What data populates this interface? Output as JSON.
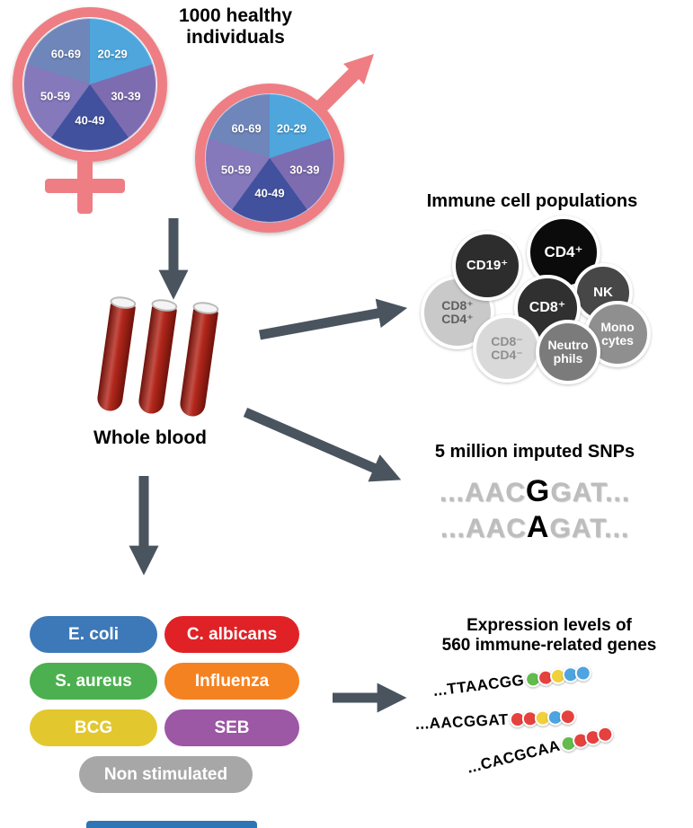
{
  "colors": {
    "pink": "#ee7e83",
    "arrow": "#4a545e",
    "blood_red": "#b01e12",
    "bottom_bar_blue": "#2e75b6"
  },
  "cohort": {
    "title": "1000 healthy\nindividuals"
  },
  "age_pie": {
    "segments": [
      {
        "label": "20-29",
        "color": "#4ea6dc",
        "degrees": 72
      },
      {
        "label": "30-39",
        "color": "#7e6cb1",
        "degrees": 72
      },
      {
        "label": "40-49",
        "color": "#41519e",
        "degrees": 72
      },
      {
        "label": "50-59",
        "color": "#8578bb",
        "degrees": 72
      },
      {
        "label": "60-69",
        "color": "#6f86ba",
        "degrees": 72
      }
    ]
  },
  "whole_blood": {
    "label": "Whole blood"
  },
  "immune": {
    "title": "Immune cell populations",
    "cells": [
      {
        "label": "CD19⁺",
        "color": "#2d2d2d",
        "text": "#ffffff"
      },
      {
        "label": "CD4⁺",
        "color": "#0b0b0b",
        "text": "#ffffff"
      },
      {
        "label": "NK",
        "color": "#474747",
        "text": "#ffffff"
      },
      {
        "label": "CD8⁺",
        "color": "#303030",
        "text": "#ffffff"
      },
      {
        "label": "CD8⁺\nCD4⁺",
        "color": "#c9c9c9",
        "text": "#5f5f5f"
      },
      {
        "label": "CD8⁻\nCD4⁻",
        "color": "#d9d9d9",
        "text": "#8e8e8e"
      },
      {
        "label": "Neutro\nphils",
        "color": "#7b7b7b",
        "text": "#ffffff"
      },
      {
        "label": "Mono\ncytes",
        "color": "#8f8f8f",
        "text": "#ffffff"
      }
    ]
  },
  "snps": {
    "title": "5 million imputed SNPs",
    "lines": [
      {
        "pre": "...AAC",
        "snp": "G",
        "post": "GAT..."
      },
      {
        "pre": "...AAC",
        "snp": "A",
        "post": "GAT..."
      }
    ]
  },
  "stimulations": [
    {
      "label": "E. coli",
      "color": "#3d79b8"
    },
    {
      "label": "C. albicans",
      "color": "#e02227"
    },
    {
      "label": "S. aureus",
      "color": "#4cb050"
    },
    {
      "label": "Influenza",
      "color": "#f58220"
    },
    {
      "label": "BCG",
      "color": "#e3c72f"
    },
    {
      "label": "SEB",
      "color": "#9c57a5"
    },
    {
      "label": "Non stimulated",
      "color": "#a7a7a7"
    }
  ],
  "expression": {
    "title": "Expression levels of\n560 immune-related genes",
    "rows": [
      {
        "seq": "...TTAACGG",
        "dots": [
          "#63bb4d",
          "#e5413e",
          "#f0d03c",
          "#4da4e0",
          "#4da4e0"
        ]
      },
      {
        "seq": "...AACGGAT",
        "dots": [
          "#e5413e",
          "#e5413e",
          "#f0d03c",
          "#4da4e0",
          "#e5413e"
        ]
      },
      {
        "seq": "...CACGCAA",
        "dots": [
          "#63bb4d",
          "#e5413e",
          "#e5413e",
          "#e5413e"
        ]
      }
    ]
  }
}
